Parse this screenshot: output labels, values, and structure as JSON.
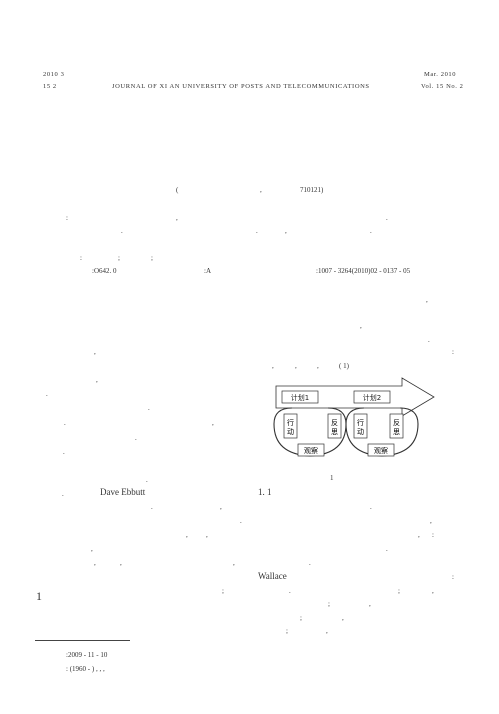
{
  "header": {
    "year_month": "2010    3",
    "volume_issue": "15        2",
    "journal_name": "JOURNAL OF XI AN UNIVERSITY OF POSTS AND TELECOMMUNICATIONS",
    "date_en": "Mar. 2010",
    "vol_en": "Vol. 15 No. 2"
  },
  "affiliation": {
    "open_paren": "(",
    "comma": ",",
    "postcode": "710121)"
  },
  "meta": {
    "abstract_colon": ":",
    "classification": ":O642. 0",
    "doc_code": ":A",
    "article_id": ":1007 - 3264(2010)02 - 0137 - 05"
  },
  "body": {
    "fig_ref": "(        1)",
    "author_name": "Dave  Ebbutt",
    "section_ref": "1. 1",
    "name_2": "Wallace"
  },
  "figure": {
    "number": "1",
    "plan_1": "计划1",
    "plan_2": "计划2",
    "act_1": "行动",
    "reflect_1": "反思",
    "act_2": "行动",
    "reflect_2": "反思",
    "observe_1": "观察",
    "observe_2": "观察"
  },
  "side_number": "1",
  "footnotes": {
    "received": ":2009 - 11 - 10",
    "author_info": ":     (1960 - ) ,   ,        ,"
  }
}
